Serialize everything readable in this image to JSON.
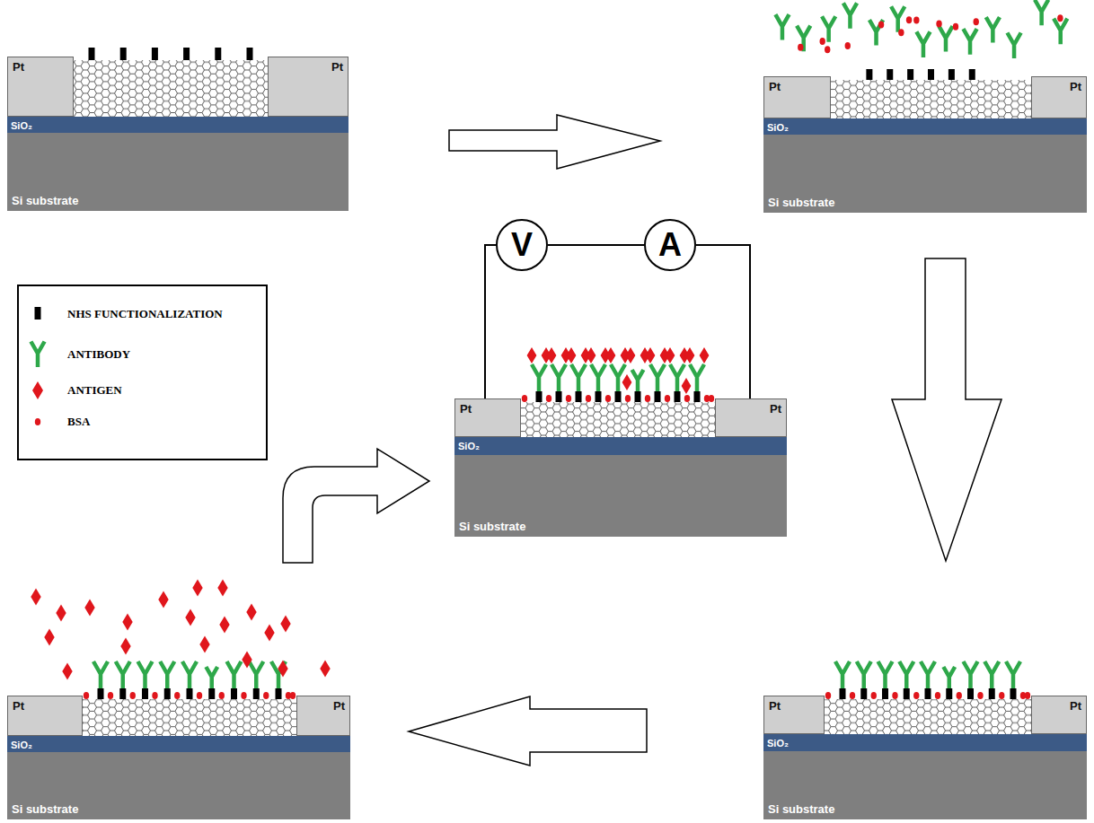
{
  "diagram": {
    "nodes": [
      {
        "text": [
          "Pt"
        ]
      },
      {
        "text": [
          "Pt"
        ]
      },
      {
        "text": [
          "SiO₂"
        ]
      },
      {
        "text": [
          "Si substrate"
        ]
      },
      {
        "text": [
          "Pt"
        ]
      },
      {
        "text": [
          "Pt"
        ]
      },
      {
        "text": [
          "SiO₂"
        ]
      },
      {
        "text": [
          "Si substrate"
        ]
      },
      {
        "text": [
          "V"
        ]
      },
      {
        "text": [
          "A"
        ]
      },
      {
        "text": [
          "Pt"
        ]
      },
      {
        "text": [
          "Pt"
        ]
      },
      {
        "text": [
          "SiO₂"
        ]
      },
      {
        "text": [
          "Si substrate"
        ]
      },
      {
        "text": [
          "Pt"
        ]
      },
      {
        "text": [
          "Pt"
        ]
      },
      {
        "text": [
          "SiO₂"
        ]
      },
      {
        "text": [
          "Si substrate"
        ]
      },
      {
        "text": [
          "Pt"
        ]
      },
      {
        "text": [
          "Pt"
        ]
      },
      {
        "text": [
          "SiO₂"
        ]
      },
      {
        "text": [
          "Si substrate"
        ]
      }
    ],
    "edges": [
      {
        "from": 8,
        "to": 9,
        "arrow": "none"
      },
      {
        "from": 8,
        "to": 10,
        "arrow": "none"
      },
      {
        "from": 9,
        "to": 11,
        "arrow": "none"
      }
    ],
    "legend": [
      {
        "text": "NHS FUNCTIONALIZATION"
      },
      {
        "text": "ANTIBODY"
      },
      {
        "text": "ANTIGEN"
      },
      {
        "text": "BSA"
      }
    ]
  }
}
